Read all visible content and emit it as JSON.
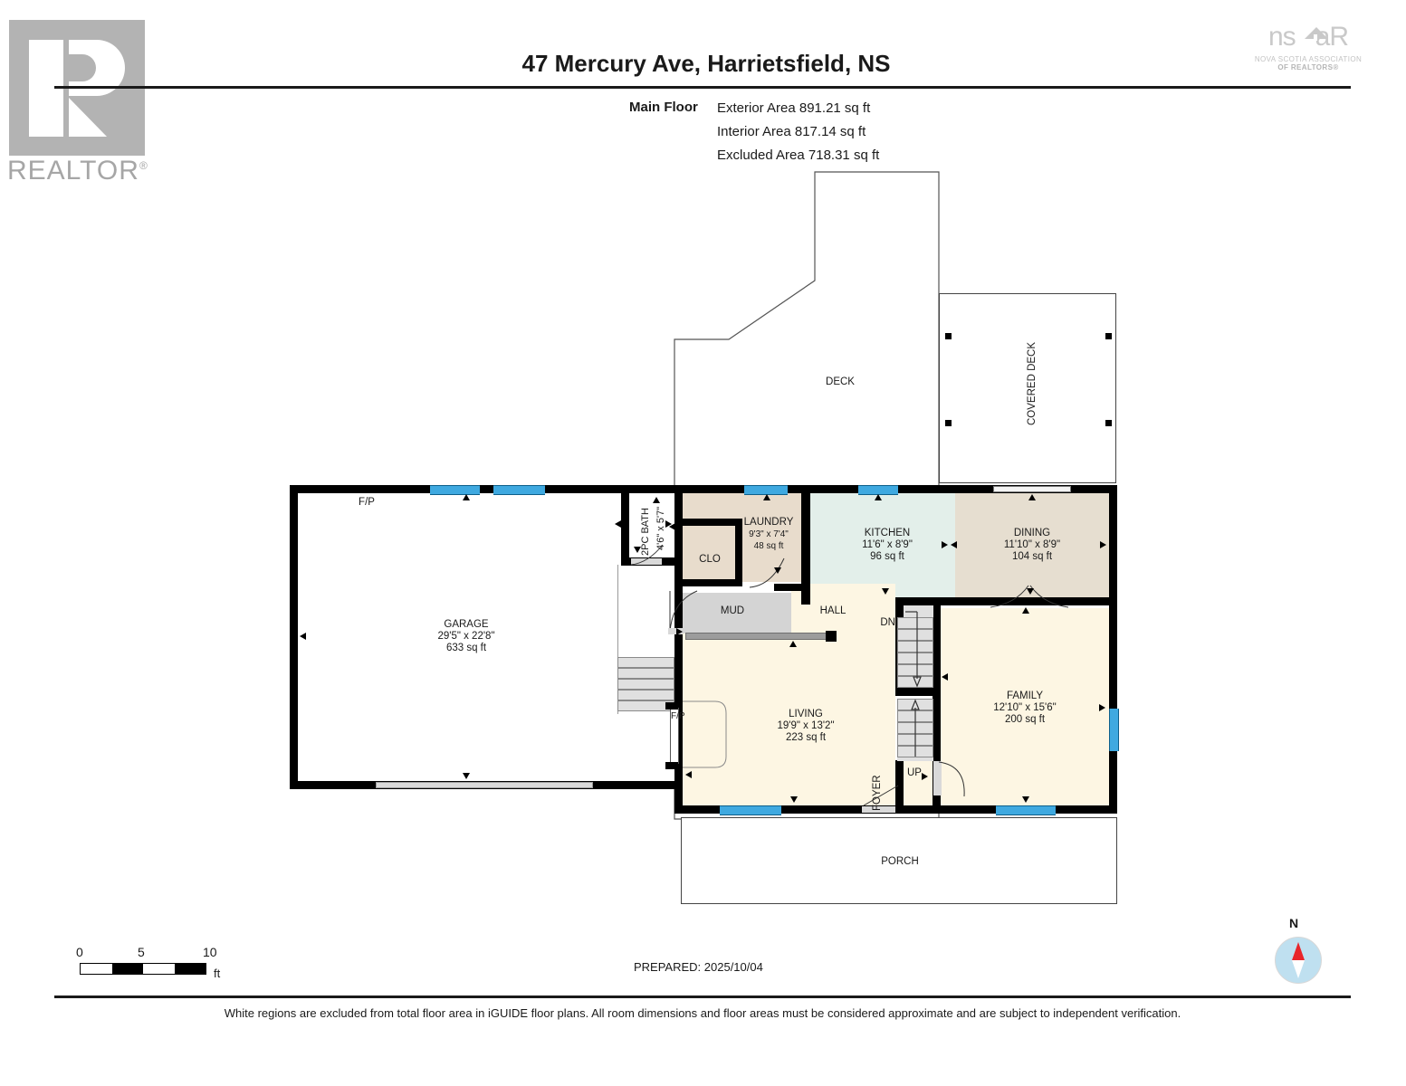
{
  "header": {
    "title": "47 Mercury Ave, Harrietsfield, NS",
    "floor_label": "Main Floor",
    "areas": [
      "Exterior Area 891.21 sq ft",
      "Interior Area 817.14 sq ft",
      "Excluded Area 718.31 sq ft"
    ]
  },
  "realtor_logo": {
    "wordmark": "REALTOR",
    "registered": "®"
  },
  "nsar_logo": {
    "wordmark_left": "ns",
    "wordmark_right": "aR",
    "subtitle_line1": "NOVA SCOTIA ASSOCIATION",
    "subtitle_line2": "OF REALTORS®"
  },
  "rooms": {
    "garage": {
      "name": "GARAGE",
      "dimensions": "29'5\" x 22'8\"",
      "area": "633 sq ft"
    },
    "fireplace_garage": {
      "name": "F/P"
    },
    "bath": {
      "name": "2PC BATH",
      "dimensions": "4'6\" x 5'7\""
    },
    "closet": {
      "name": "CLO"
    },
    "laundry": {
      "name": "LAUNDRY",
      "dimensions": "9'3\" x 7'4\"",
      "area": "48 sq ft"
    },
    "mud": {
      "name": "MUD"
    },
    "hall": {
      "name": "HALL"
    },
    "kitchen": {
      "name": "KITCHEN",
      "dimensions": "11'6\" x 8'9\"",
      "area": "96 sq ft"
    },
    "dining": {
      "name": "DINING",
      "dimensions": "11'10\" x 8'9\"",
      "area": "104 sq ft"
    },
    "living": {
      "name": "LIVING",
      "dimensions": "19'9\" x 13'2\"",
      "area": "223 sq ft"
    },
    "family": {
      "name": "FAMILY",
      "dimensions": "12'10\" x 15'6\"",
      "area": "200 sq ft"
    },
    "foyer": {
      "name": "FOYER"
    },
    "deck": {
      "name": "DECK"
    },
    "covered_deck": {
      "name": "COVERED DECK"
    },
    "porch": {
      "name": "PORCH"
    },
    "fireplace_living": {
      "name": "F/P"
    },
    "stairs_down": {
      "name": "DN"
    },
    "stairs_up": {
      "name": "UP"
    }
  },
  "footer": {
    "scale": {
      "min": "0",
      "mid": "5",
      "max": "10",
      "unit": "ft"
    },
    "prepared": "PREPARED: 2025/10/04",
    "compass_north": "N",
    "disclaimer": "White regions are excluded from total floor area in iGUIDE floor plans. All room dimensions and floor areas must be considered approximate and are subject to independent verification."
  },
  "colors": {
    "kitchen_fill": "#e3efea",
    "dining_fill": "#e6ded0",
    "living_fill": "#fdf6e3",
    "laundry_fill": "#e8dccc",
    "mud_fill": "#d4d4d4",
    "window_blue": "#3fa9e0",
    "wall_black": "#000000",
    "compass_red": "#e8252a",
    "compass_disc": "#bfe0f0",
    "logo_gray": "#b3b3b3"
  }
}
